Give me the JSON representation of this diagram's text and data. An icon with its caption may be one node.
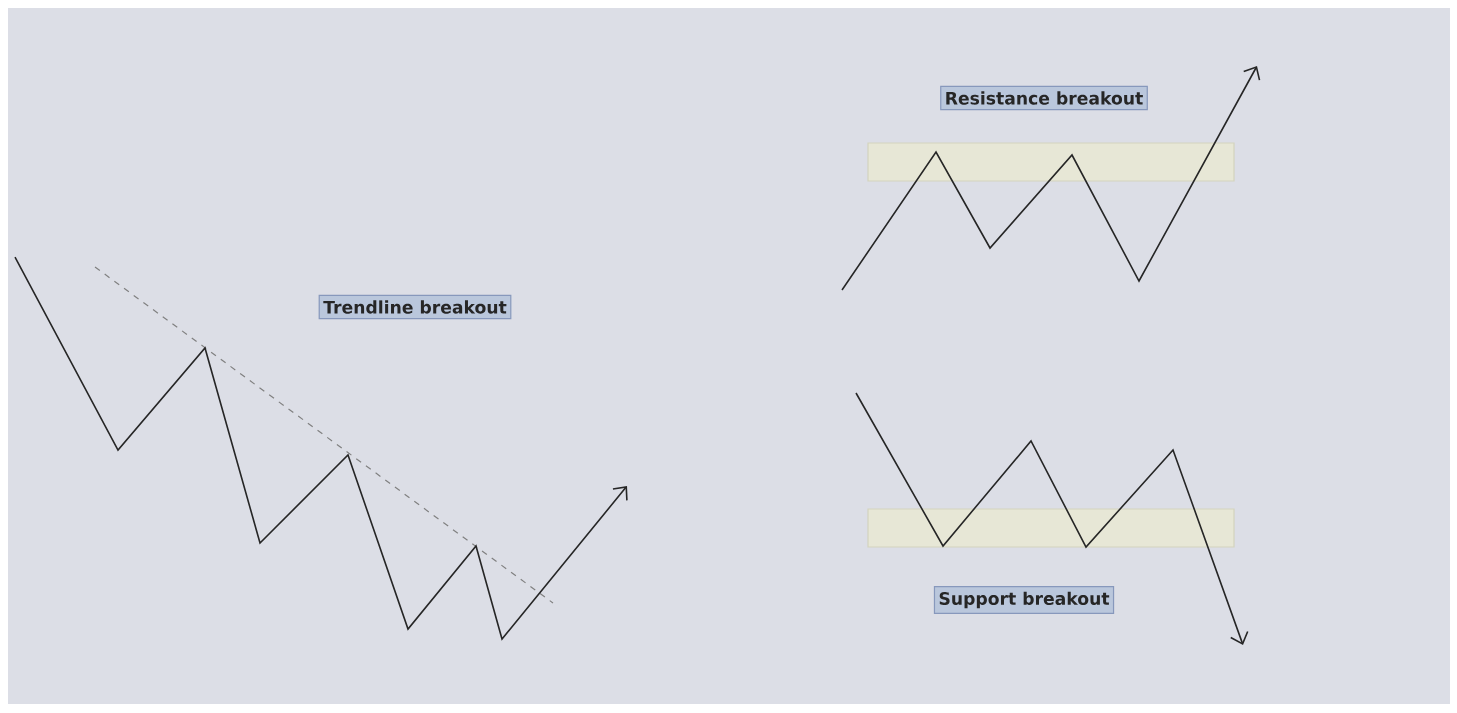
{
  "diagram": {
    "nodes": [
      {
        "text": [
          "Resistance breakout"
        ]
      },
      {
        "text": [],
        "shape": "band"
      },
      {
        "text": [
          "Trendline breakout"
        ]
      },
      {
        "text": [],
        "shape": "band"
      },
      {
        "text": [
          "Support breakout"
        ]
      }
    ]
  }
}
